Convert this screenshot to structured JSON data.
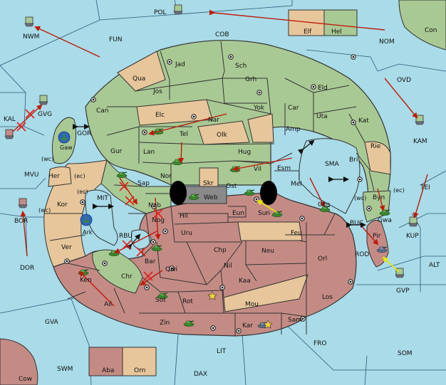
{
  "colors": {
    "sea": "#a9dbe8",
    "green_land": "#a9c994",
    "tan_land": "#e7c69b",
    "red_land": "#c48b85",
    "gray_land": "#8a8a8a",
    "order_arrow": "#c01a0a",
    "support_arrow": "#e8e800",
    "dislodge_mark": "#e0201a"
  },
  "provinces": {
    "POL": "POL",
    "FUN": "FUN",
    "COB": "COB",
    "NWM": "NWM",
    "NOM": "NOM",
    "Con": "Con",
    "Elf": "Elf",
    "Hel": "Hel",
    "OVD": "OVD",
    "KAM": "KAM",
    "KAL": "KAL",
    "GVG": "GVG",
    "GOR": "GOR",
    "Gaw": "Gaw",
    "MVU": "MVU",
    "Her": "Her",
    "wc1": "(wc)",
    "ec1": "(ec)",
    "ec2": "(ec)",
    "Kor": "Kor",
    "wc2": "(wc)",
    "MIT": "MIT",
    "BOR": "BOR",
    "Ark": "Ark",
    "DOR": "DOR",
    "RBU": "RBU",
    "Ver": "Ver",
    "Ken": "Ken",
    "Ail": "Ail",
    "GVA": "GVA",
    "SWM": "SWM",
    "Cow": "Cow",
    "Aba": "Aba",
    "Orn": "Orn",
    "DAX": "DAX",
    "LIT": "LIT",
    "FRO": "FRO",
    "SOM": "SOM",
    "GVP": "GVP",
    "ALT": "ALT",
    "ROD": "ROD",
    "BUC": "BUC",
    "KUP": "KUP",
    "TEI": "TEI",
    "SMA": "SMA",
    "Jad": "Jad",
    "Sch": "Sch",
    "Qua": "Qua",
    "Jos": "Jos",
    "Grh": "Grh",
    "Eld": "Eld",
    "Can": "Can",
    "Elc": "Elc",
    "Nar": "Nar",
    "Yok": "Yok",
    "Car": "Car",
    "Uta": "Uta",
    "Kat": "Kat",
    "Tel": "Tel",
    "Olk": "Olk",
    "Amp": "Amp",
    "Gur": "Gur",
    "Lan": "Lan",
    "Hug": "Hug",
    "Rie": "Rie",
    "Bri": "Bri",
    "Nor": "Nor",
    "Vil": "Vil",
    "Esm": "Esm",
    "Skr": "Skr",
    "Web": "Web",
    "Ost": "Ost",
    "Sap": "Sap",
    "Mel": "Mel",
    "wc3": "(wc)",
    "Byn": "Byn",
    "ec3": "(ec)",
    "Nab": "Nab",
    "Eun": "Eun",
    "Sun": "Sun",
    "Obs": "Obs",
    "Gwa": "Gwa",
    "Pir": "Pir",
    "Hil": "Hil",
    "Feu": "Feu",
    "Nog": "Nog",
    "Uru": "Uru",
    "Chp": "Chp",
    "Neu": "Neu",
    "Orl": "Orl",
    "Bar": "Bar",
    "Nil": "Nil",
    "Qwi": "Qwi",
    "Kaa": "Kaa",
    "Chr": "Chr",
    "Los": "Los",
    "Sot": "Sot",
    "Rot": "Rot",
    "Mou": "Mou",
    "Zin": "Zin",
    "Kar": "Kar",
    "Sam": "Sam"
  }
}
